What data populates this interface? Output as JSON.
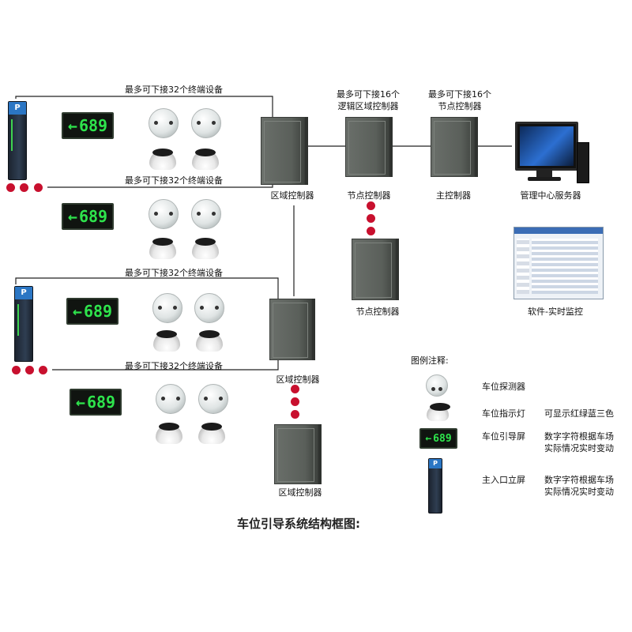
{
  "labels": {
    "row1": "最多可下接32个终端设备",
    "row2": "最多可下接32个终端设备",
    "row3": "最多可下接32个终端设备",
    "row4": "最多可下接32个终端设备",
    "logic_ctrl_line1": "最多可下接16个",
    "logic_ctrl_line2": "逻辑区域控制器",
    "node_ctrl_top_line1": "最多可下接16个",
    "node_ctrl_top_line2": "节点控制器",
    "zone_ctrl_1": "区域控制器",
    "node_ctrl_1": "节点控制器",
    "main_ctrl": "主控制器",
    "server": "管理中心服务器",
    "node_ctrl_2": "节点控制器",
    "software": "软件-实时监控",
    "zone_ctrl_2": "区域控制器",
    "zone_ctrl_3": "区域控制器"
  },
  "sign_text": "689",
  "pole_letter": "P",
  "legend": {
    "title": "图例注释:",
    "detector": "车位探测器",
    "indicator": "车位指示灯",
    "indicator_desc": "可显示红绿蓝三色",
    "guide_screen": "车位引导屏",
    "guide_desc_1": "数字字符根据车场",
    "guide_desc_2": "实际情况实时变动",
    "entrance_screen": "主入口立屏",
    "entrance_desc_1": "数字字符根据车场",
    "entrance_desc_2": "实际情况实时变动"
  },
  "title": "车位引导系统结构框图:",
  "colors": {
    "sign_digits": "#2ee44c",
    "dots": "#c8102e",
    "cabinet": "#5f645f"
  }
}
